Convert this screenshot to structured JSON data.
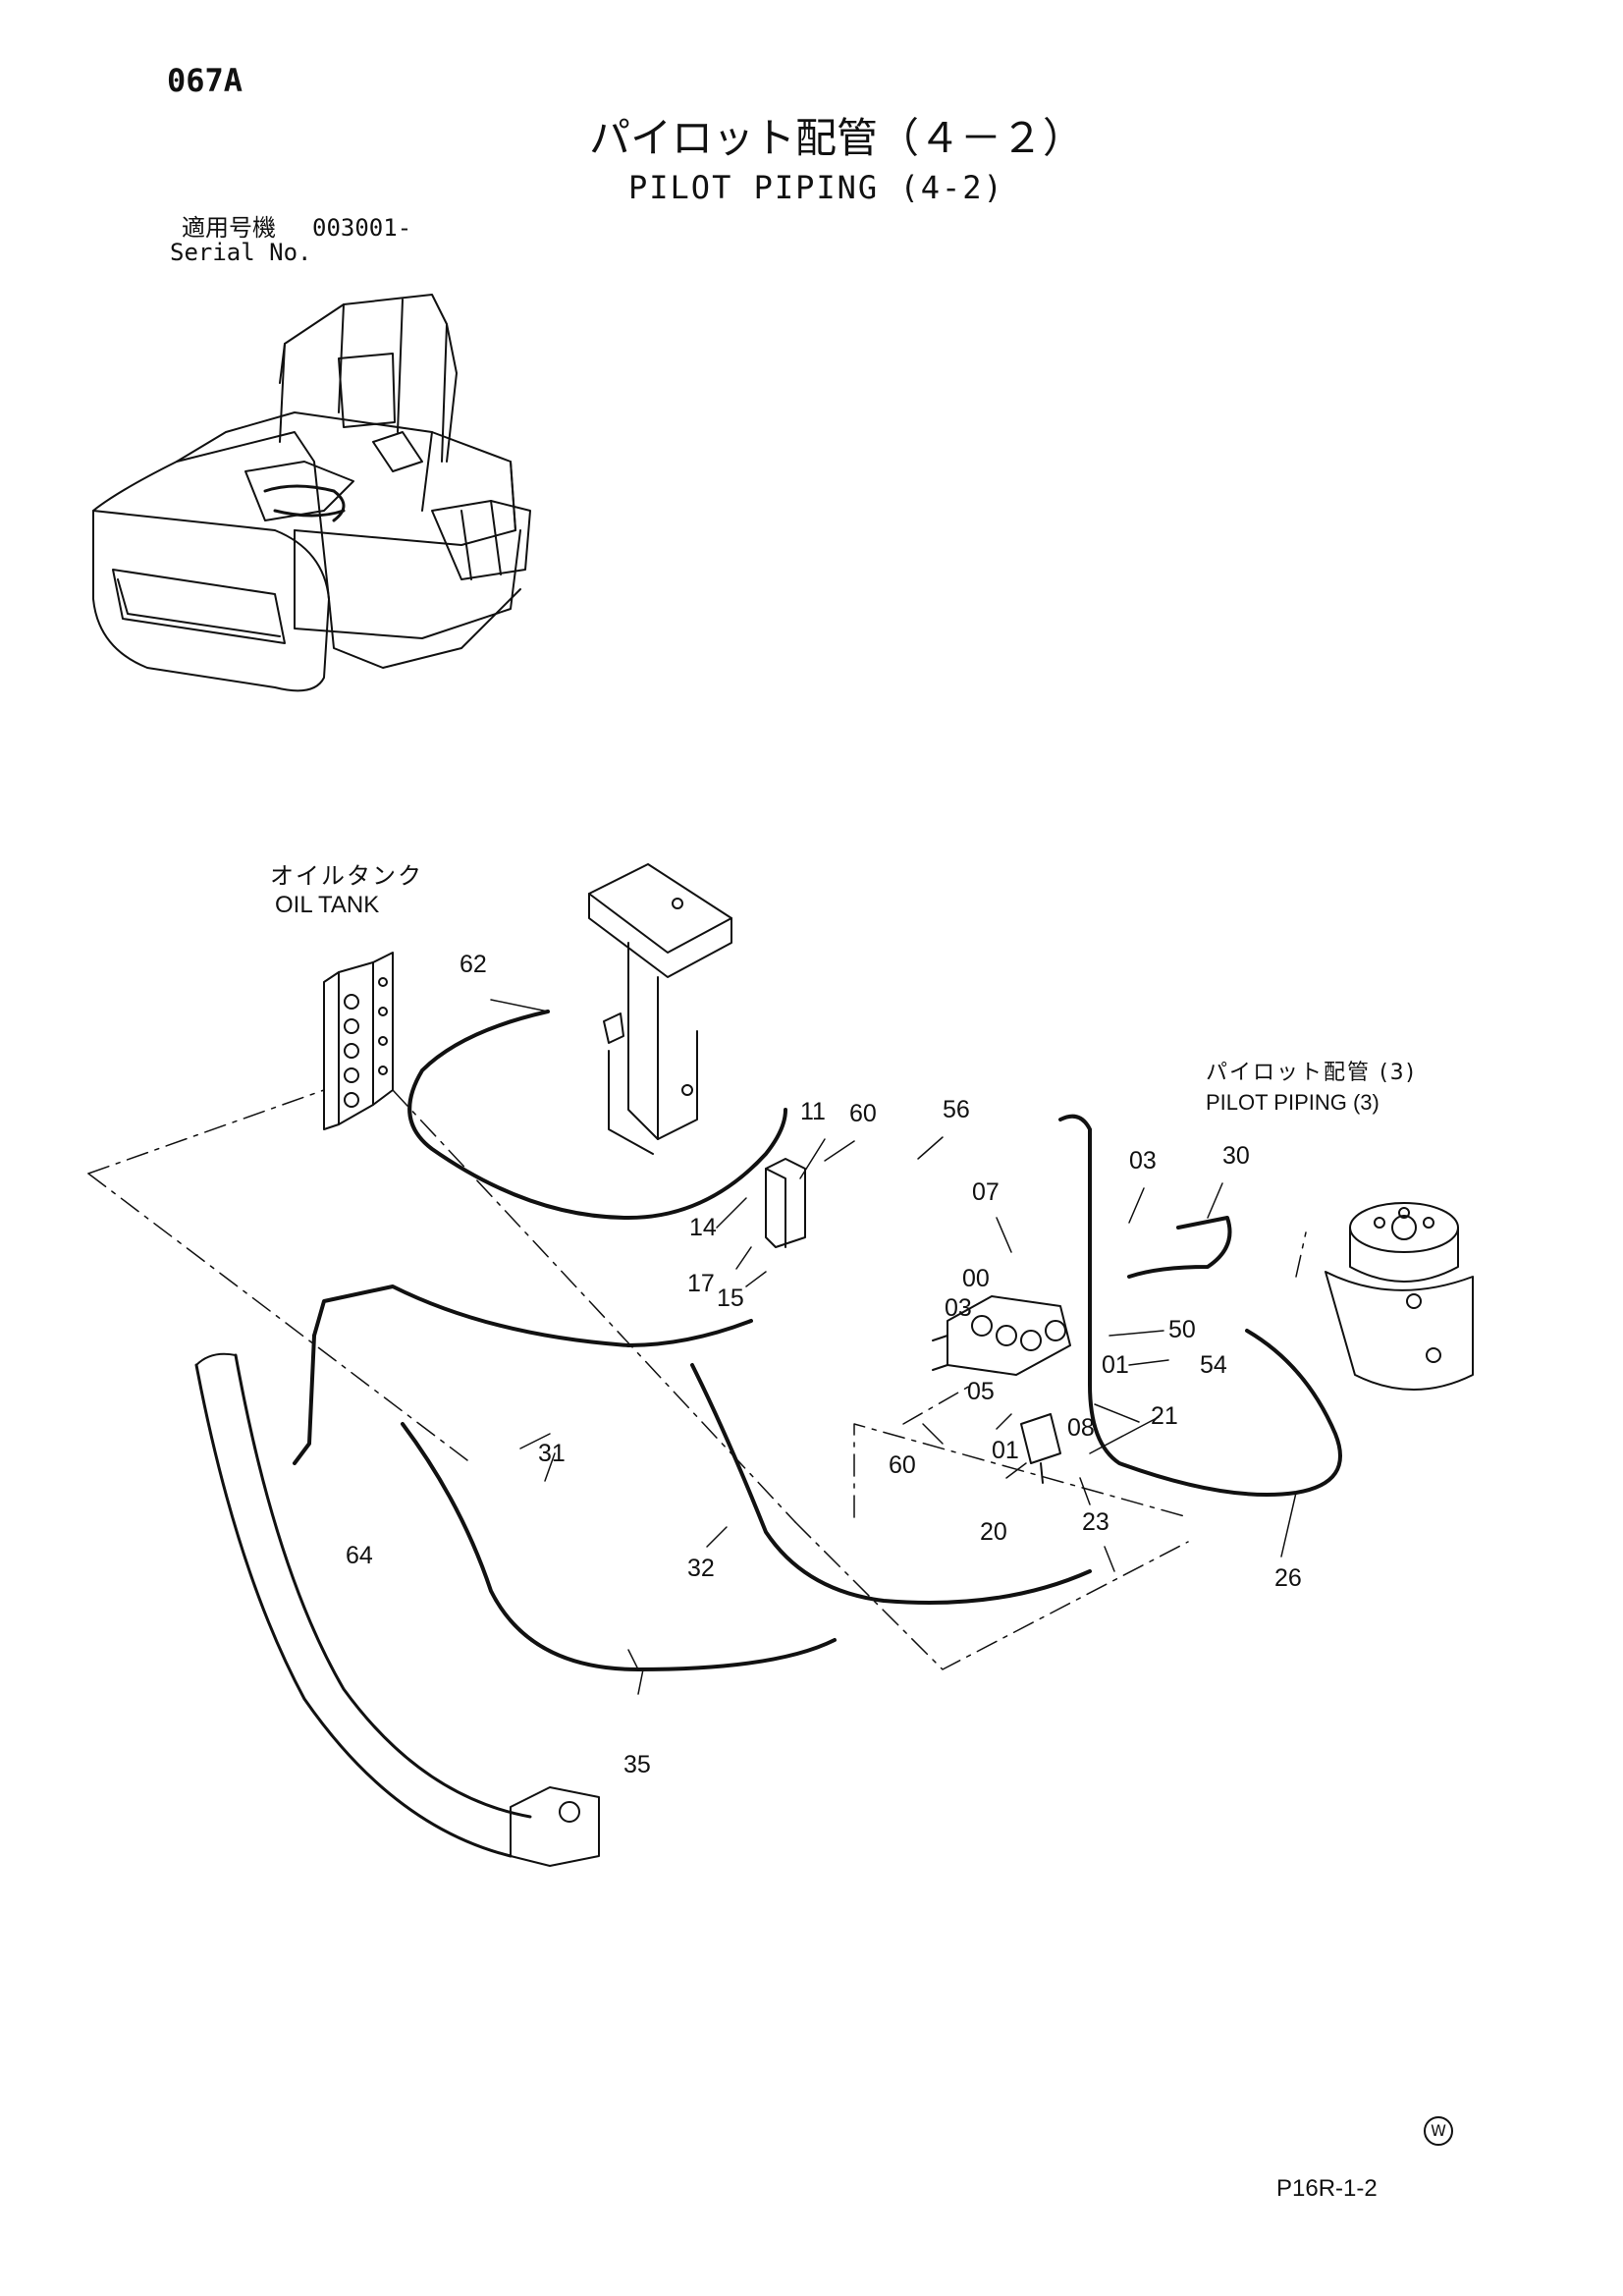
{
  "header": {
    "page_code": "067A",
    "title_ja": "パイロット配管（４－２）",
    "title_en": "PILOT PIPING (4-2)"
  },
  "serial": {
    "label_ja": "適用号機",
    "value": "003001-",
    "label_en": "Serial No."
  },
  "callouts": {
    "oil_tank_ja": "オイルタンク",
    "oil_tank_en": "OIL TANK",
    "pilot_piping3_ja": "パイロット配管 (3)",
    "pilot_piping3_en": "PILOT PIPING (3)"
  },
  "part_numbers": [
    "62",
    "11",
    "60",
    "56",
    "07",
    "03",
    "30",
    "14",
    "17",
    "15",
    "00",
    "03",
    "50",
    "01",
    "54",
    "31",
    "05",
    "08",
    "21",
    "60",
    "01",
    "64",
    "20",
    "23",
    "32",
    "26",
    "35"
  ],
  "footer": {
    "watermark_symbol": "W",
    "page_ref": "P16R-1-2"
  }
}
